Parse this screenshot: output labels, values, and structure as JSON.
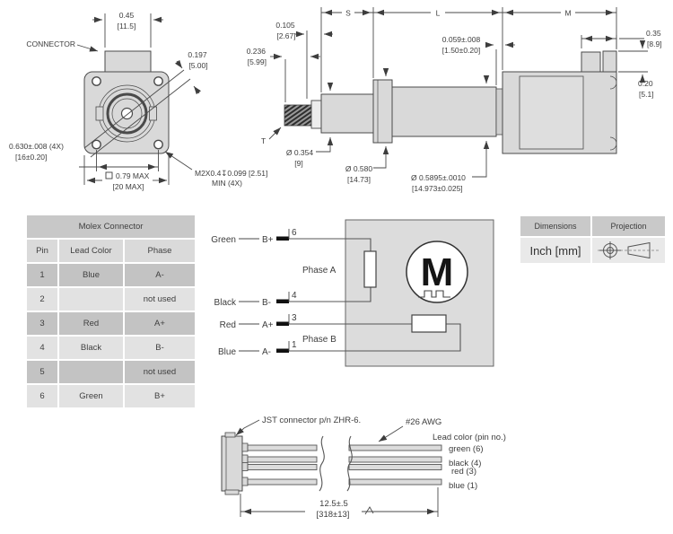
{
  "front_view": {
    "connector_label": "CONNECTOR",
    "dim_width": {
      "in": "0.45",
      "mm": "[11.5]"
    },
    "dim_pilot": {
      "in": "0.197",
      "mm": "[5.00]"
    },
    "dim_holes": {
      "in": "0.630±.008 (4X)",
      "mm": "[16±0.20]"
    },
    "dim_body": {
      "in": "0.79 MAX",
      "mm": "[20 MAX]"
    },
    "thread_note_1": "M2X0.4↧0.099 [2.51]",
    "thread_note_2": "MIN (4X)"
  },
  "side_view": {
    "dim_s": "S",
    "dim_l": "L",
    "dim_m": "M",
    "dim_0105": {
      "in": "0.105",
      "mm": "[2.67]"
    },
    "dim_0236": {
      "in": "0.236",
      "mm": "[5.99]"
    },
    "dim_0059": {
      "in": "0.059±.008",
      "mm": "[1.50±0.20]"
    },
    "dim_035": {
      "in": "0.35",
      "mm": "[8.9]"
    },
    "dim_020": {
      "in": "0.20",
      "mm": "[5.1]"
    },
    "label_t": "T",
    "dia_0354": {
      "in": "Ø 0.354",
      "mm": "[9]"
    },
    "dia_0580": {
      "in": "Ø 0.580",
      "mm": "[14.73]"
    },
    "dia_05895": {
      "in": "Ø 0.5895±.0010",
      "mm": "[14.973±0.025]"
    }
  },
  "molex_table": {
    "title": "Molex Connector",
    "headers": [
      "Pin",
      "Lead Color",
      "Phase"
    ],
    "rows": [
      [
        "1",
        "Blue",
        "A-"
      ],
      [
        "2",
        "",
        "not used"
      ],
      [
        "3",
        "Red",
        "A+"
      ],
      [
        "4",
        "Black",
        "B-"
      ],
      [
        "5",
        "",
        "not used"
      ],
      [
        "6",
        "Green",
        "B+"
      ]
    ]
  },
  "wiring": {
    "leads": [
      {
        "color": "Green",
        "terminal": "B+",
        "pin": "6"
      },
      {
        "color": "Black",
        "terminal": "B-",
        "pin": "4"
      },
      {
        "color": "Red",
        "terminal": "A+",
        "pin": "3"
      },
      {
        "color": "Blue",
        "terminal": "A-",
        "pin": "1"
      }
    ],
    "phase_a": "Phase A",
    "phase_b": "Phase B",
    "motor_symbol": "M"
  },
  "dims_box": {
    "headers": [
      "Dimensions",
      "Projection"
    ],
    "units": "Inch [mm]"
  },
  "cable": {
    "jst_note": "JST connector p/n ZHR-6.",
    "awg_note": "#26 AWG",
    "lead_header": "Lead color (pin no.)",
    "leads": [
      "green (6)",
      "black (4)",
      "red (3)",
      "blue (1)"
    ],
    "length": {
      "in": "12.5±.5",
      "mm": "[318±13]"
    }
  },
  "colors": {
    "drawing_fill": "#d9d9d9",
    "line": "#4a4a4a",
    "text": "#3d3d3d",
    "table_title_bg": "#c8c8c8",
    "table_header_bg": "#dadada",
    "table_row_dark": "#c3c3c3",
    "table_row_light": "#e2e2e2",
    "wiring_box_bg": "#dcdcdc"
  }
}
